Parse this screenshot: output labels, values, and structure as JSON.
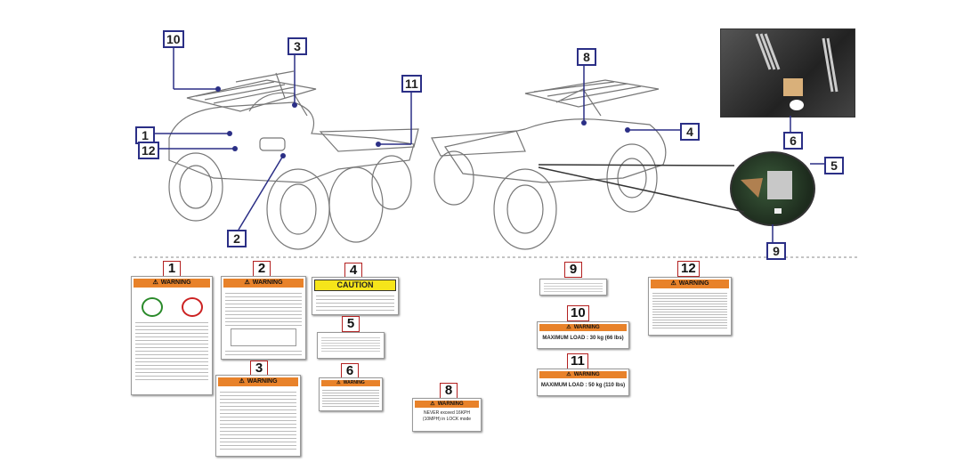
{
  "callouts": {
    "c10": "10",
    "c3": "3",
    "c11": "11",
    "c1": "1",
    "c12": "12",
    "c2": "2",
    "c8": "8",
    "c4": "4",
    "c6": "6",
    "c5": "5",
    "c9": "9"
  },
  "labels": {
    "l1": {
      "num": "1",
      "header": "WARNING"
    },
    "l2": {
      "num": "2",
      "header": "WARNING"
    },
    "l3": {
      "num": "3",
      "header": "WARNING"
    },
    "l4": {
      "num": "4",
      "header": "CAUTION"
    },
    "l5": {
      "num": "5"
    },
    "l6": {
      "num": "6",
      "header": "WARNING"
    },
    "l8": {
      "num": "8",
      "header": "WARNING",
      "line1": "NEVER exceed 16KPH",
      "line2": "(10MPH) in LOCK mode"
    },
    "l9": {
      "num": "9"
    },
    "l10": {
      "num": "10",
      "header": "WARNING",
      "text": "MAXIMUM LOAD : 30 kg (66 lbs)"
    },
    "l11": {
      "num": "11",
      "header": "WARNING",
      "text": "MAXIMUM LOAD : 50 kg (110 lbs)"
    },
    "l12": {
      "num": "12",
      "header": "WARNING"
    }
  },
  "colors": {
    "callout_border": "#2b2f86",
    "number_border": "#b32020",
    "warning_orange": "#e8822a",
    "caution_yellow": "#f6e51a"
  }
}
